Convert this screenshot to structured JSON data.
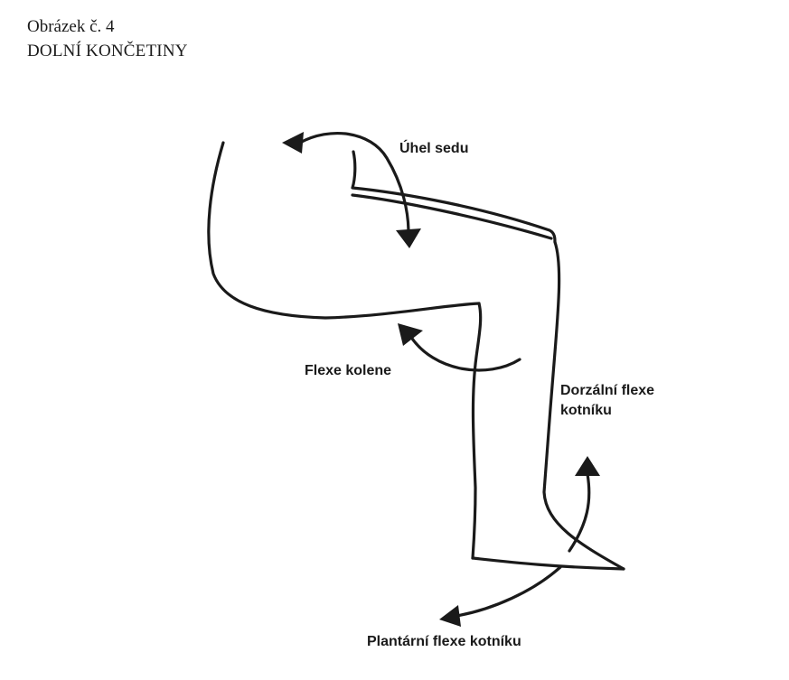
{
  "figure": {
    "number": "Obrázek č. 4",
    "title": "DOLNÍ KONČETINY"
  },
  "labels": {
    "hip_angle": "Úhel sedu",
    "knee_flexion": "Flexe kolene",
    "dorsal_flexion_line1": "Dorzální flexe",
    "dorsal_flexion_line2": "kotníku",
    "plantar_flexion": "Plantární flexe kotníku"
  },
  "colors": {
    "ink": "#1a1a1a",
    "background": "#ffffff"
  }
}
